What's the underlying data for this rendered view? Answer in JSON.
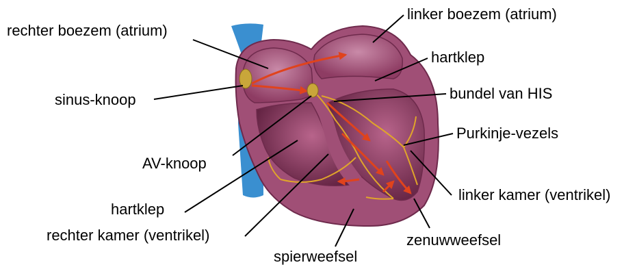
{
  "labels": {
    "right_atrium": "rechter boezem (atrium)",
    "left_atrium": "linker boezem (atrium)",
    "valve_top": "hartklep",
    "sinus_node": "sinus-knoop",
    "bundle_his": "bundel van HIS",
    "purkinje": "Purkinje-vezels",
    "av_node": "AV-knoop",
    "left_ventricle": "linker kamer (ventrikel)",
    "valve_bottom": "hartklep",
    "right_ventricle": "rechter kamer (ventrikel)",
    "nerve_tissue": "zenuwweefsel",
    "muscle_tissue": "spierweefsel"
  },
  "colors": {
    "vein": "#3a8fd0",
    "muscle": "#a04f76",
    "chamber": "#7a2f52",
    "chamber_light": "#c87fa0",
    "node": "#c9a63a",
    "fiber": "#e0a52a",
    "signal": "#e0431c"
  }
}
